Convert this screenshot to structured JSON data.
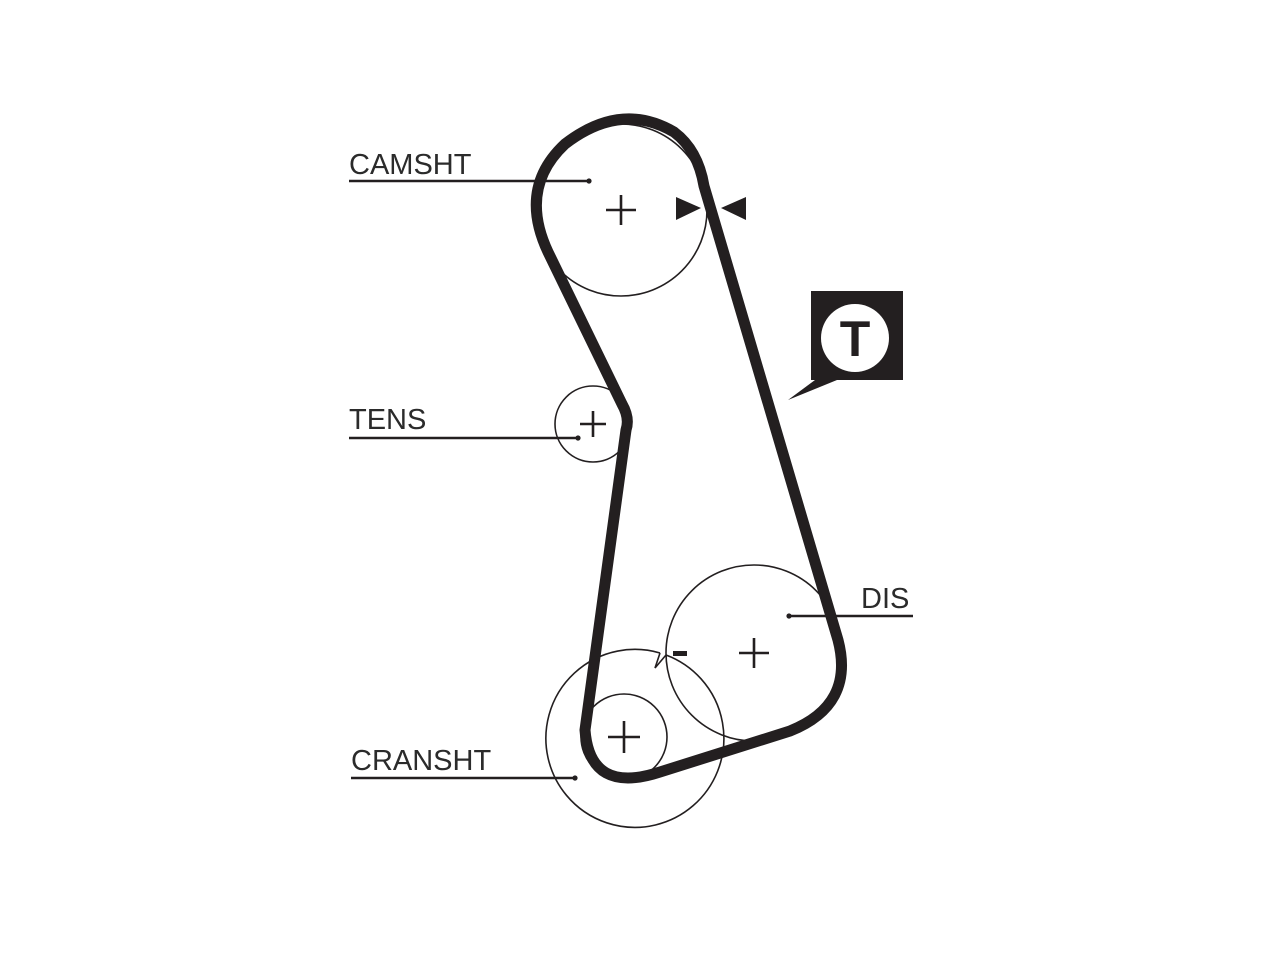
{
  "labels": {
    "camshaft": "CAMSHT",
    "tensioner": "TENS",
    "distributor": "DIS",
    "crankshaft": "CRANSHT"
  },
  "tension_badge": {
    "letter": "T"
  },
  "colors": {
    "ink": "#231f20",
    "background": "#ffffff"
  }
}
